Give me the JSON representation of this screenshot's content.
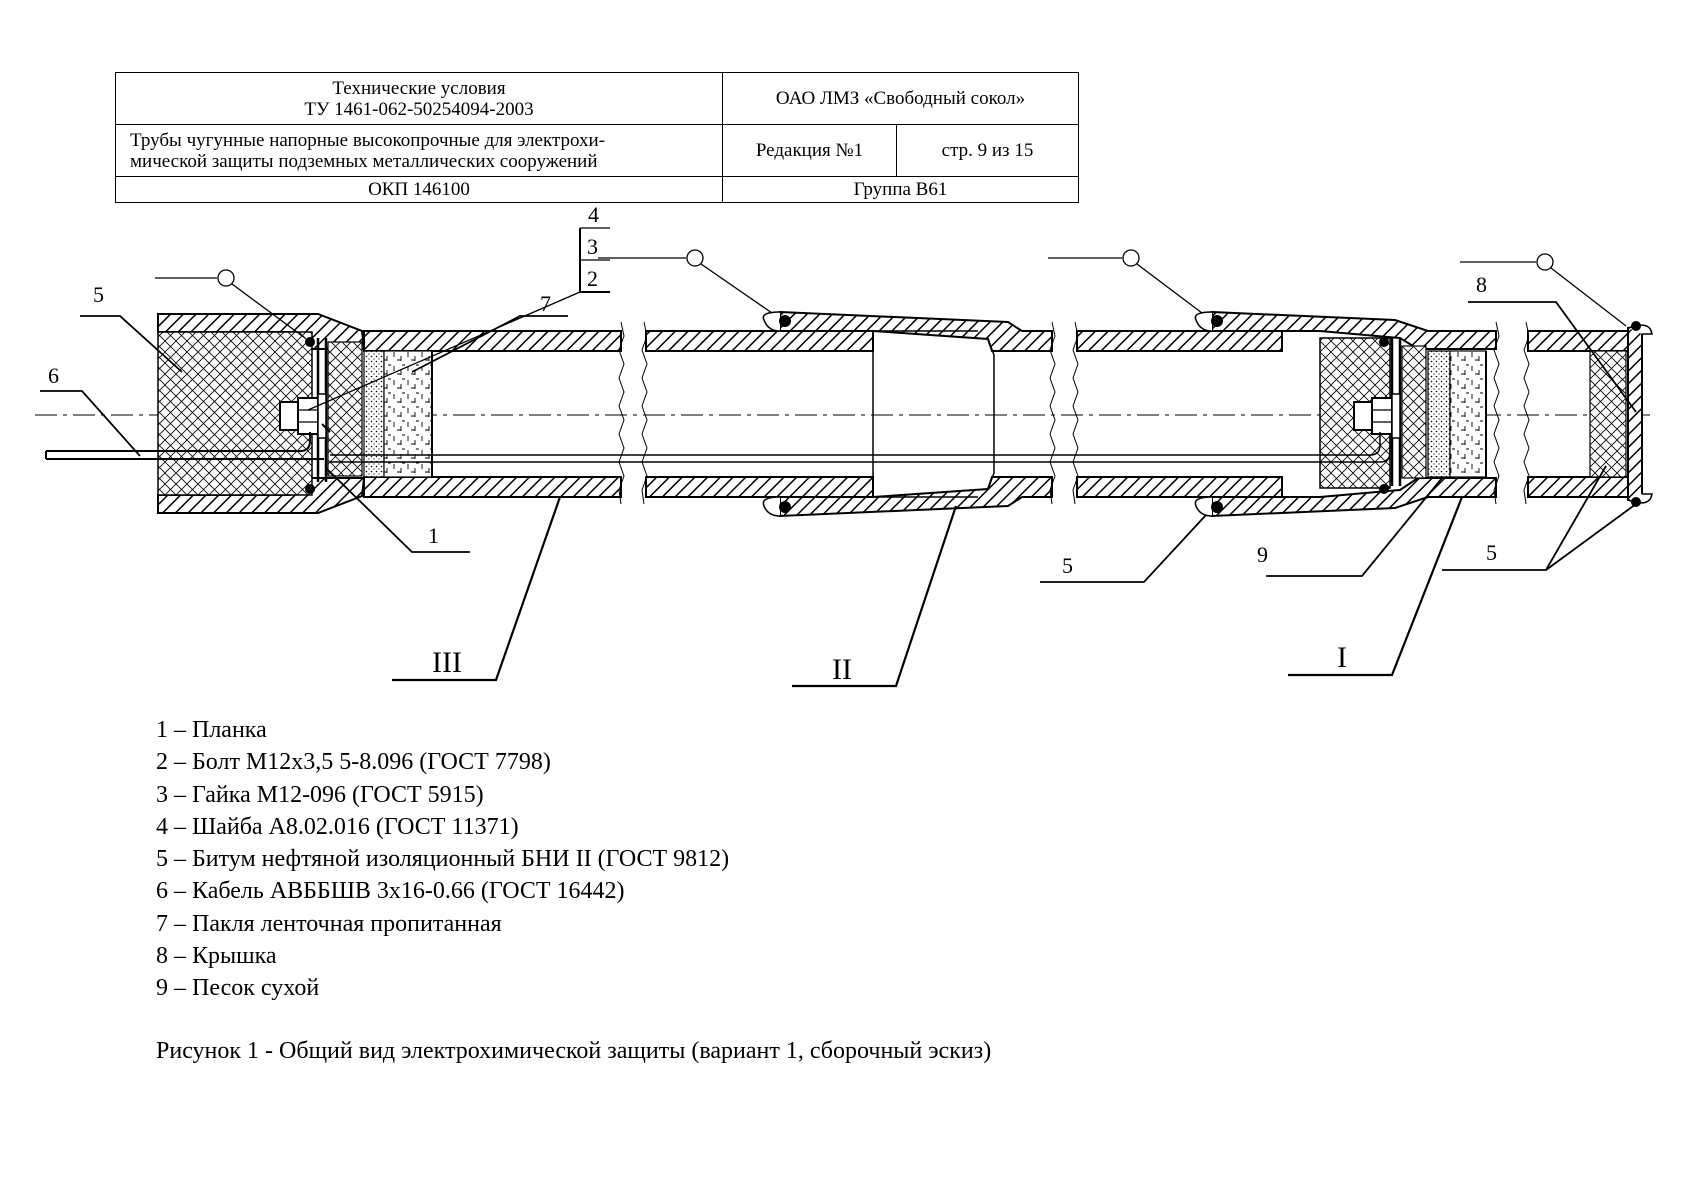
{
  "header": {
    "doc_type": "Технические условия",
    "doc_number": "ТУ 1461-062-50254094-2003",
    "organization": "ОАО ЛМЗ «Свободный сокол»",
    "product_name_line1": "Трубы чугунные напорные высокопрочные для электрохи-",
    "product_name_line2": "мической защиты подземных металлических сооружений",
    "edition": "Редакция №1",
    "page": "стр. 9 из 15",
    "okp": "ОКП 146100",
    "group": "Группа В61"
  },
  "drawing": {
    "callouts": {
      "c1": "1",
      "c2": "2",
      "c3": "3",
      "c4": "4",
      "c5a": "5",
      "c5b": "5",
      "c5c": "5",
      "c6": "6",
      "c7": "7",
      "c8": "8",
      "c9": "9"
    },
    "joints": {
      "j1": "I",
      "j2": "II",
      "j3": "III"
    }
  },
  "legend": [
    "1 – Планка",
    "2 – Болт М12х3,5 5-8.096 (ГОСТ 7798)",
    "3 – Гайка М12-096 (ГОСТ 5915)",
    "4 – Шайба А8.02.016 (ГОСТ 11371)",
    "5 – Битум нефтяной изоляционный БНИ II (ГОСТ 9812)",
    "6 – Кабель АВББШВ 3х16-0.66 (ГОСТ 16442)",
    "7 – Пакля ленточная пропитанная",
    "8 – Крышка",
    "9 – Песок сухой"
  ],
  "caption": "Рисунок 1 - Общий вид электрохимической защиты (вариант 1, сборочный эскиз)"
}
